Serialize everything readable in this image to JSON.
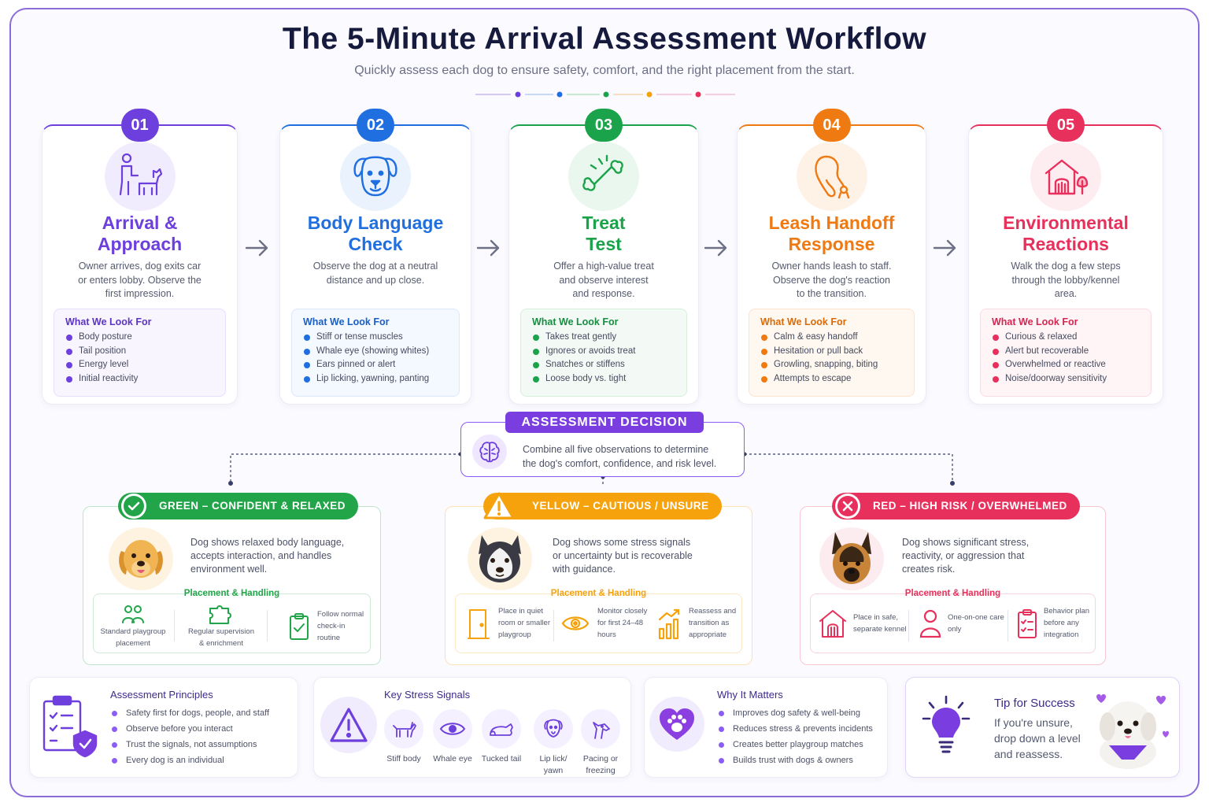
{
  "header": {
    "title": "The 5-Minute Arrival Assessment Workflow",
    "subtitle": "Quickly assess each dog to ensure safety, comfort, and the right placement from the start."
  },
  "colors": {
    "step1": "#6d3fdc",
    "step2": "#1f6fe0",
    "step3": "#1aa34a",
    "step4": "#f07a12",
    "step5": "#e8305c",
    "green": "#22a548",
    "yellow": "#f5a20c",
    "red": "#e8305c",
    "accent": "#7a3ee0"
  },
  "steps": [
    {
      "number": "01",
      "title_line1": "Arrival &",
      "title_line2": "Approach",
      "desc": [
        "Owner arrives, dog exits car",
        "or enters lobby. Observe the",
        "first impression."
      ],
      "look_title": "What We Look For",
      "look": [
        "Body posture",
        "Tail position",
        "Energy level",
        "Initial reactivity"
      ],
      "icon": "person-with-dog-icon"
    },
    {
      "number": "02",
      "title_line1": "Body Language",
      "title_line2": "Check",
      "desc": [
        "Observe the dog at a neutral",
        "distance and up close."
      ],
      "look_title": "What We Look For",
      "look": [
        "Stiff or tense muscles",
        "Whale eye (showing whites)",
        "Ears pinned or alert",
        "Lip licking, yawning, panting"
      ],
      "icon": "dog-face-icon"
    },
    {
      "number": "03",
      "title_line1": "Treat",
      "title_line2": "Test",
      "desc": [
        "Offer a high-value treat",
        "and observe interest",
        "and response."
      ],
      "look_title": "What We Look For",
      "look": [
        "Takes treat gently",
        "Ignores or avoids treat",
        "Snatches or stiffens",
        "Loose body vs. tight"
      ],
      "icon": "bone-icon"
    },
    {
      "number": "04",
      "title_line1": "Leash Handoff",
      "title_line2": "Response",
      "desc": [
        "Owner hands leash to staff.",
        "Observe the dog's reaction",
        "to the transition."
      ],
      "look_title": "What We Look For",
      "look": [
        "Calm & easy handoff",
        "Hesitation or pull back",
        "Growling, snapping, biting",
        "Attempts to escape"
      ],
      "icon": "leash-icon"
    },
    {
      "number": "05",
      "title_line1": "Environmental",
      "title_line2": "Reactions",
      "desc": [
        "Walk the dog a few steps",
        "through the lobby/kennel",
        "area."
      ],
      "look_title": "What We Look For",
      "look": [
        "Curious & relaxed",
        "Alert but recoverable",
        "Overwhelmed or reactive",
        "Noise/doorway sensitivity"
      ],
      "icon": "kennel-house-icon"
    }
  ],
  "decision": {
    "label": "ASSESSMENT DECISION",
    "text": [
      "Combine all five observations to determine",
      "the dog's comfort, confidence, and risk level."
    ]
  },
  "outcomes": {
    "green": {
      "label": "GREEN – CONFIDENT & RELAXED",
      "desc": [
        "Dog shows relaxed body language,",
        "accepts interaction, and handles",
        "environment well."
      ],
      "placement_title": "Placement & Handling",
      "items": [
        [
          "Standard playgroup",
          "placement"
        ],
        [
          "Regular supervision",
          "& enrichment"
        ],
        [
          "Follow normal",
          "check-in routine"
        ]
      ]
    },
    "yellow": {
      "label": "YELLOW – CAUTIOUS / UNSURE",
      "desc": [
        "Dog shows some stress signals",
        "or uncertainty but is recoverable",
        "with guidance."
      ],
      "placement_title": "Placement & Handling",
      "items": [
        [
          "Place in quiet",
          "room or smaller",
          "playgroup"
        ],
        [
          "Monitor closely",
          "for first 24–48",
          "hours"
        ],
        [
          "Reassess and",
          "transition as",
          "appropriate"
        ]
      ]
    },
    "red": {
      "label": "RED – HIGH RISK / OVERWHELMED",
      "desc": [
        "Dog shows significant stress,",
        "reactivity, or aggression that",
        "creates risk."
      ],
      "placement_title": "Placement & Handling",
      "items": [
        [
          "Place in safe,",
          "separate kennel"
        ],
        [
          "One-on-one care",
          "only"
        ],
        [
          "Behavior plan",
          "before any",
          "integration"
        ]
      ]
    }
  },
  "principles": {
    "title": "Assessment Principles",
    "items": [
      "Safety first for dogs, people, and staff",
      "Observe before you interact",
      "Trust the signals, not assumptions",
      "Every dog is an individual"
    ]
  },
  "signals": {
    "title": "Key Stress Signals",
    "items": [
      [
        "Stiff body"
      ],
      [
        "Whale eye"
      ],
      [
        "Tucked tail"
      ],
      [
        "Lip lick/",
        "yawn"
      ],
      [
        "Pacing or",
        "freezing"
      ]
    ]
  },
  "matters": {
    "title": "Why It Matters",
    "items": [
      "Improves dog safety & well-being",
      "Reduces stress & prevents incidents",
      "Creates better playgroup matches",
      "Builds trust with dogs & owners"
    ]
  },
  "tip": {
    "title": "Tip for Success",
    "lines": [
      "If you're unsure,",
      "drop down a level",
      "and reassess."
    ]
  }
}
